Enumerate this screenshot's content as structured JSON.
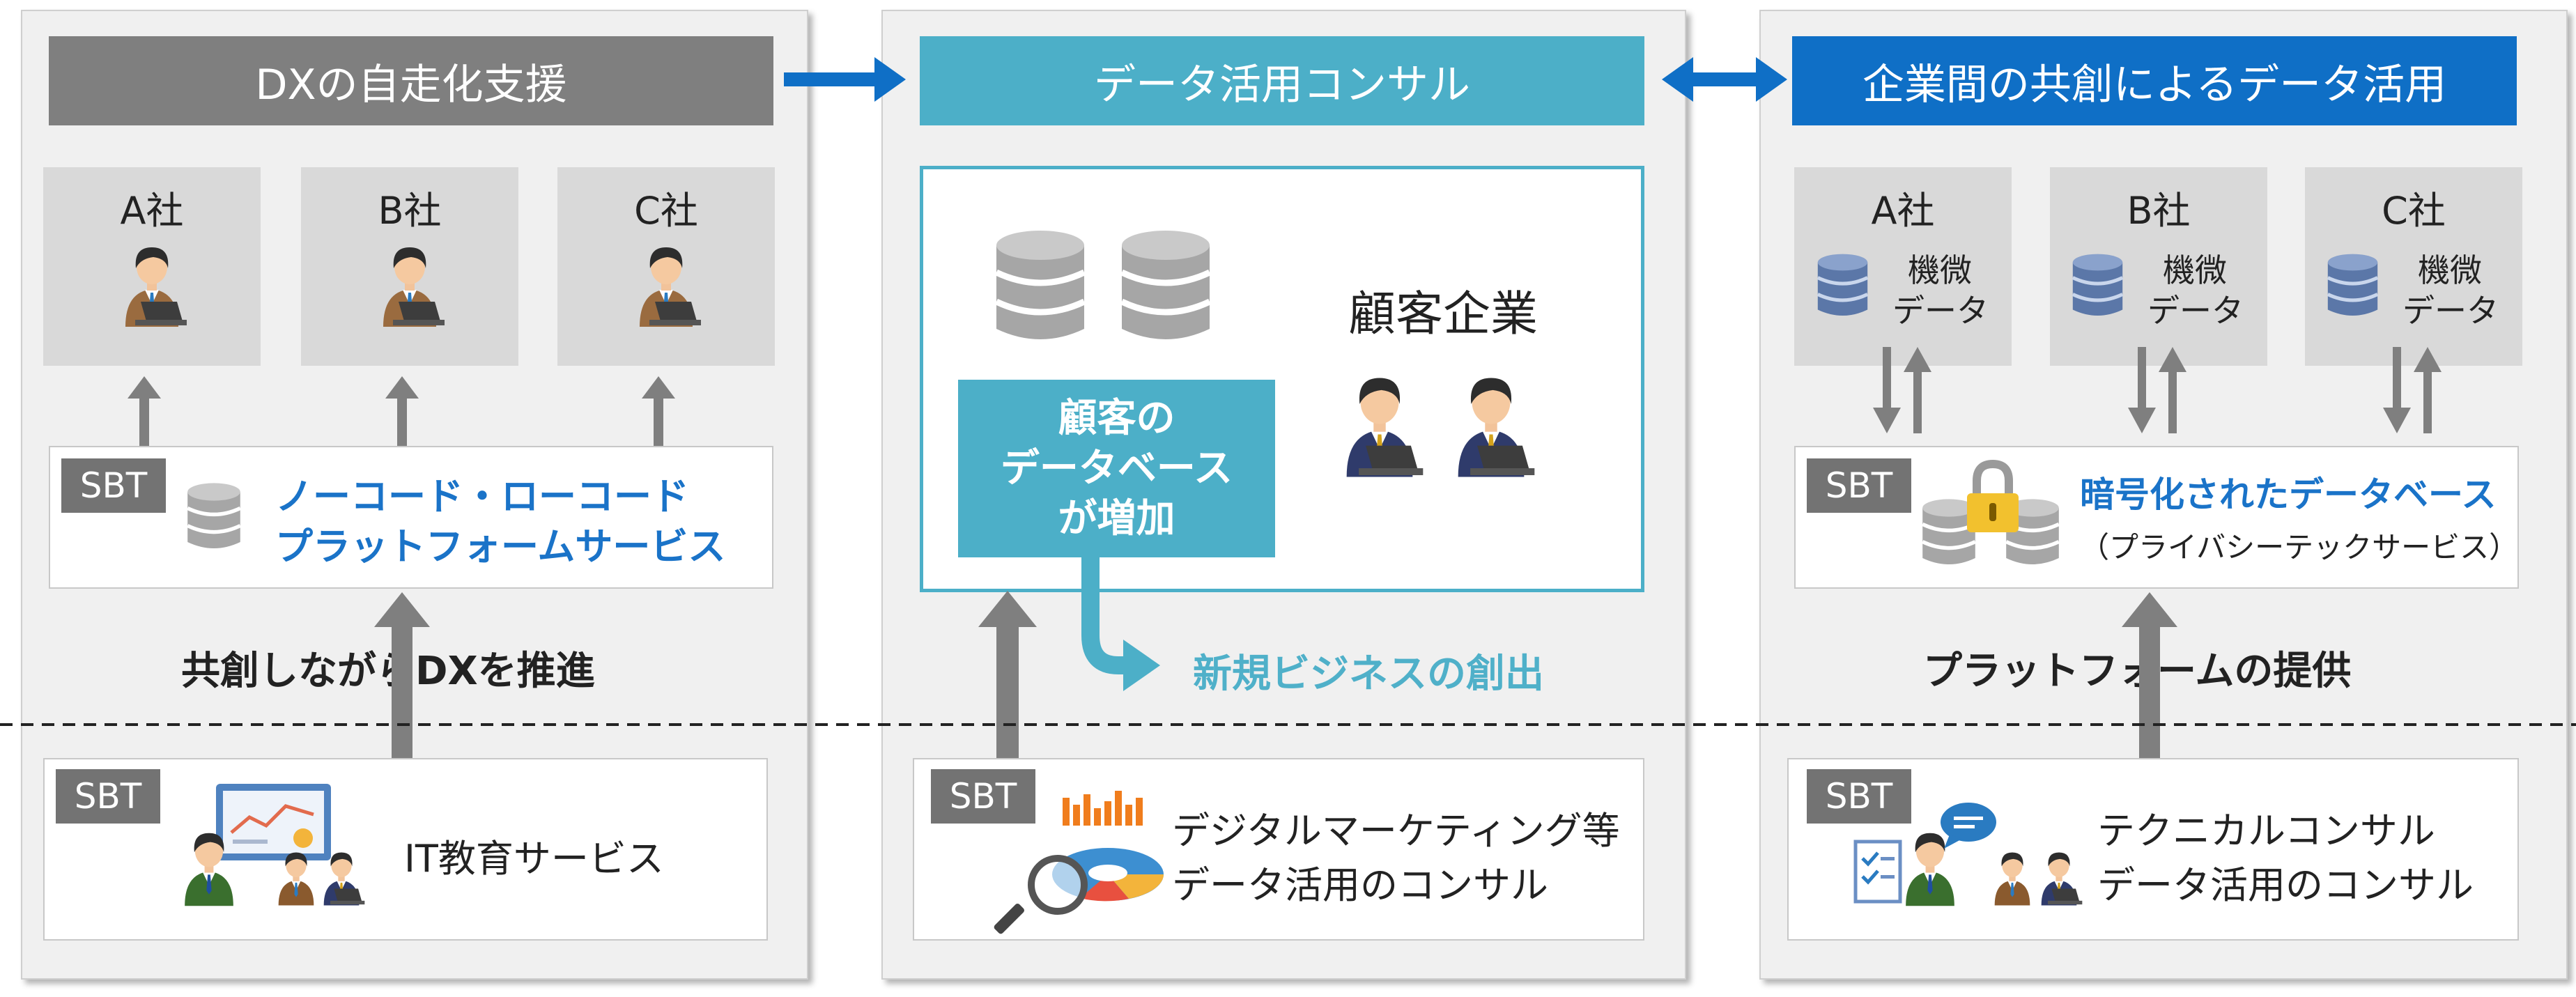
{
  "colors": {
    "gray_header": "#7f7f7f",
    "teal_header": "#4cafc8",
    "blue_header": "#0f6fc6",
    "arrow_blue": "#0f6fc6",
    "arrow_gray": "#7f7f7f",
    "accent_blue_text": "#1a73c8",
    "accent_teal_text": "#4fb0c9"
  },
  "left": {
    "header": "DXの自走化支援",
    "companies": [
      "A社",
      "B社",
      "C社"
    ],
    "sbt_label": "SBT",
    "platform_line1": "ノーコード・ローコード",
    "platform_line2": "プラットフォームサービス",
    "caption": "共創しながらDXを推進",
    "bottom_sbt": "SBT",
    "bottom_service": "IT教育サービス"
  },
  "middle": {
    "header": "データ活用コンサル",
    "db_box_line1": "顧客の",
    "db_box_line2": "データベース",
    "db_box_line3": "が増加",
    "customer_label": "顧客企業",
    "new_business": "新規ビジネスの創出",
    "bottom_sbt": "SBT",
    "bottom_line1": "デジタルマーケティング等",
    "bottom_line2": "データ活用のコンサル"
  },
  "right": {
    "header": "企業間の共創によるデータ活用",
    "companies": [
      "A社",
      "B社",
      "C社"
    ],
    "data_line1": "機微",
    "data_line2": "データ",
    "sbt_label": "SBT",
    "encrypted_db": "暗号化されたデータベース",
    "privacy_tech": "（プライバシーテックサービス）",
    "caption": "プラットフォームの提供",
    "bottom_sbt": "SBT",
    "bottom_line1": "テクニカルコンサル",
    "bottom_line2": "データ活用のコンサル"
  },
  "icons": {
    "person": "businessman-laptop-icon",
    "database": "database-icon",
    "lock": "padlock-icon",
    "chart": "chart-magnifier-icon",
    "chat": "chat-bubble-icon"
  }
}
